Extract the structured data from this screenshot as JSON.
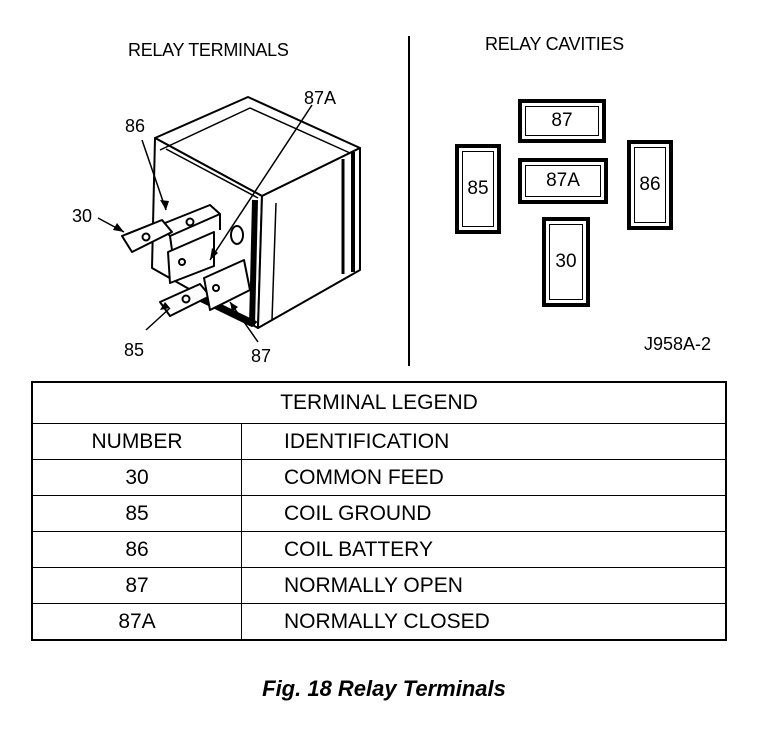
{
  "relay_terminals": {
    "title": "RELAY TERMINALS",
    "labels": {
      "t86": "86",
      "t87a": "87A",
      "t30": "30",
      "t85": "85",
      "t87": "87"
    }
  },
  "relay_cavities": {
    "title": "RELAY CAVITIES",
    "c87": "87",
    "c85": "85",
    "c87a": "87A",
    "c86": "86",
    "c30": "30"
  },
  "part_number": "J958A-2",
  "legend": {
    "title": "TERMINAL LEGEND",
    "headers": {
      "number": "NUMBER",
      "identification": "IDENTIFICATION"
    },
    "rows": [
      {
        "number": "30",
        "identification": "COMMON FEED"
      },
      {
        "number": "85",
        "identification": "COIL GROUND"
      },
      {
        "number": "86",
        "identification": "COIL BATTERY"
      },
      {
        "number": "87",
        "identification": "NORMALLY OPEN"
      },
      {
        "number": "87A",
        "identification": "NORMALLY CLOSED"
      }
    ]
  },
  "caption": "Fig. 18 Relay Terminals"
}
